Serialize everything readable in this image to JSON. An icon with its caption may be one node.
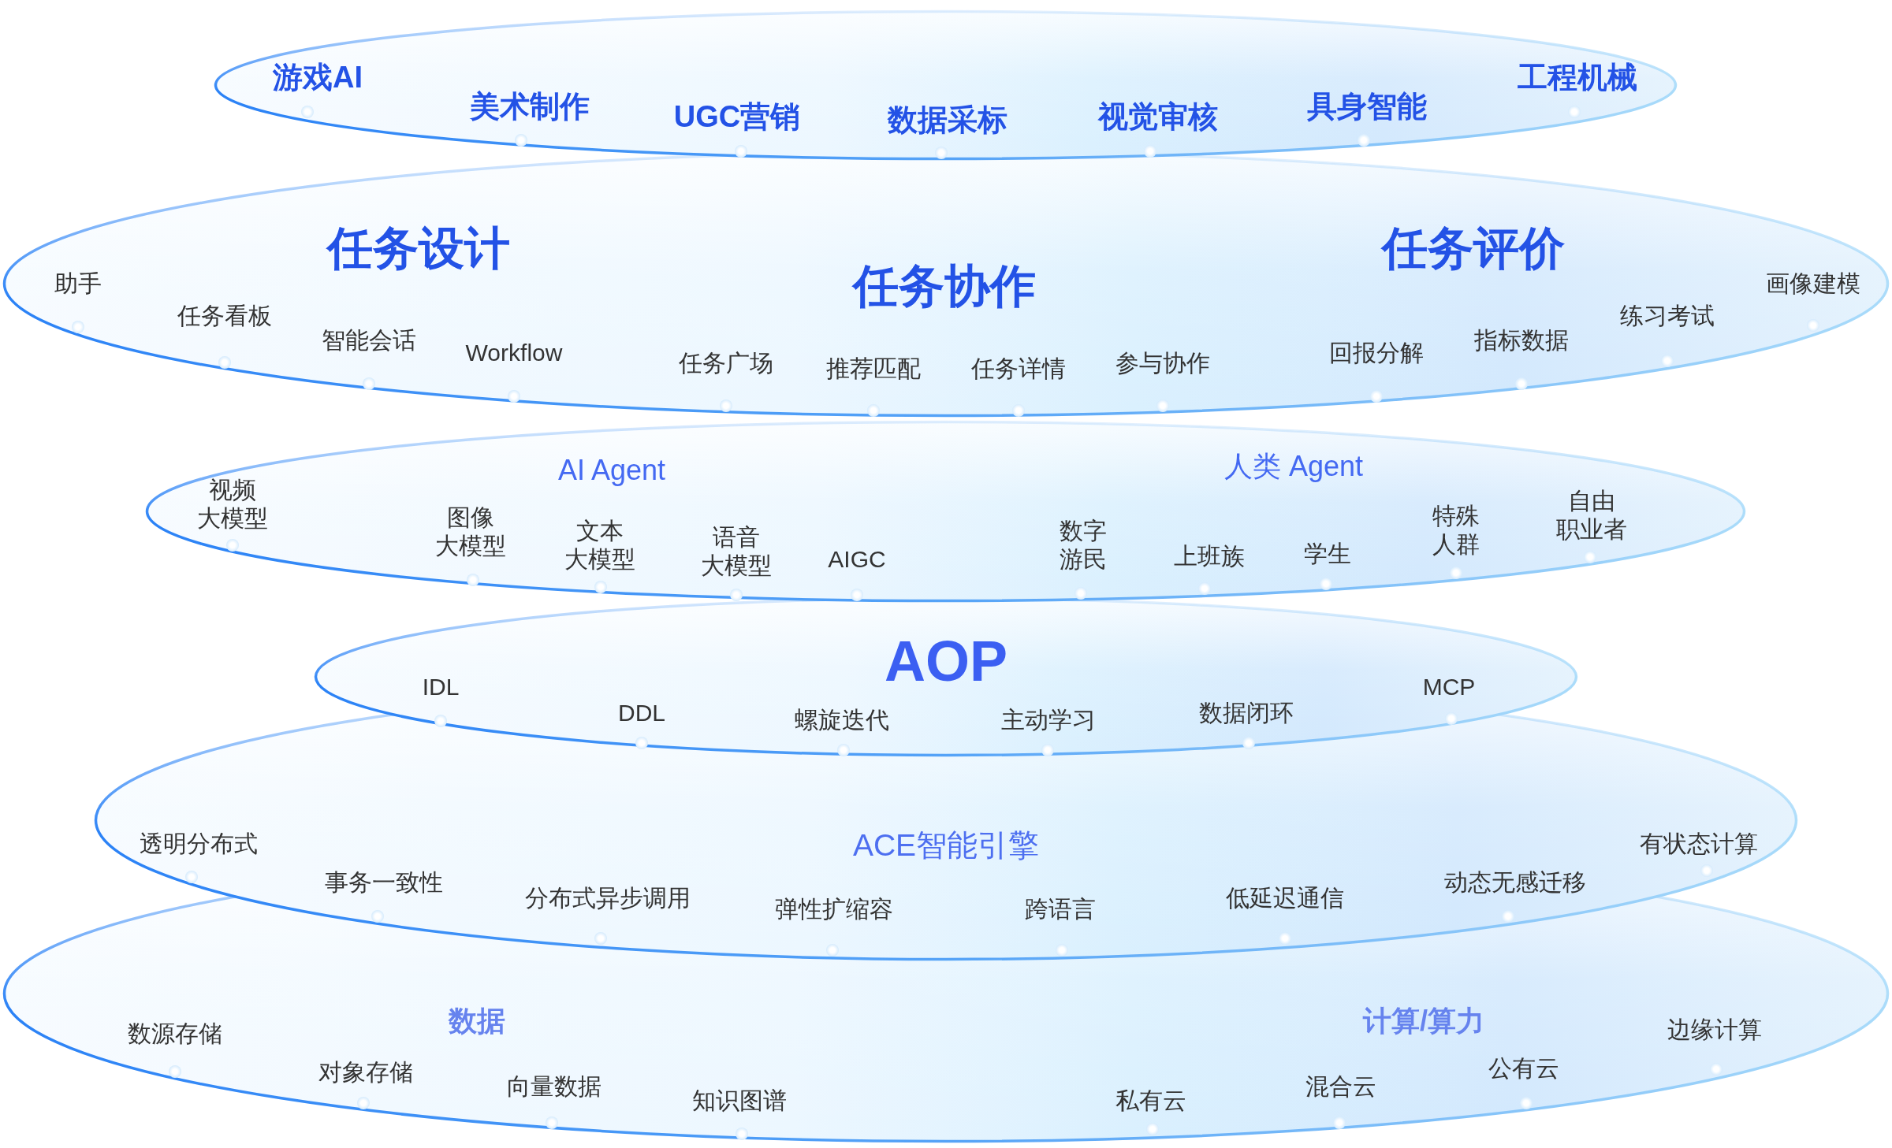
{
  "diagram": {
    "nodes": [
      {
        "text": [
          "游戏AI",
          "美术制作",
          "UGC营销",
          "数据采标",
          "视觉审核",
          "具身智能",
          "工程机械"
        ]
      },
      {
        "text": [
          "任务设计",
          "任务协作",
          "任务评价",
          "助手",
          "任务看板",
          "智能会话",
          "Workflow",
          "任务广场",
          "推荐匹配",
          "任务详情",
          "参与协作",
          "回报分解",
          "指标数据",
          "练习考试",
          "画像建模"
        ]
      },
      {
        "text": [
          "AI Agent",
          "人类 Agent",
          "视频大模型",
          "图像大模型",
          "文本大模型",
          "语音大模型",
          "AIGC",
          "数字游民",
          "上班族",
          "学生",
          "特殊人群",
          "自由职业者"
        ]
      },
      {
        "text": [
          "AOP",
          "IDL",
          "DDL",
          "螺旋迭代",
          "主动学习",
          "数据闭环",
          "MCP"
        ]
      },
      {
        "text": [
          "ACE智能引擎",
          "透明分布式",
          "事务一致性",
          "分布式异步调用",
          "弹性扩缩容",
          "跨语言",
          "低延迟通信",
          "动态无感迁移",
          "有状态计算"
        ]
      },
      {
        "text": [
          "数据",
          "计算/算力",
          "数源存储",
          "对象存储",
          "向量数据",
          "知识图谱",
          "私有云",
          "混合云",
          "公有云",
          "边缘计算"
        ]
      }
    ]
  }
}
